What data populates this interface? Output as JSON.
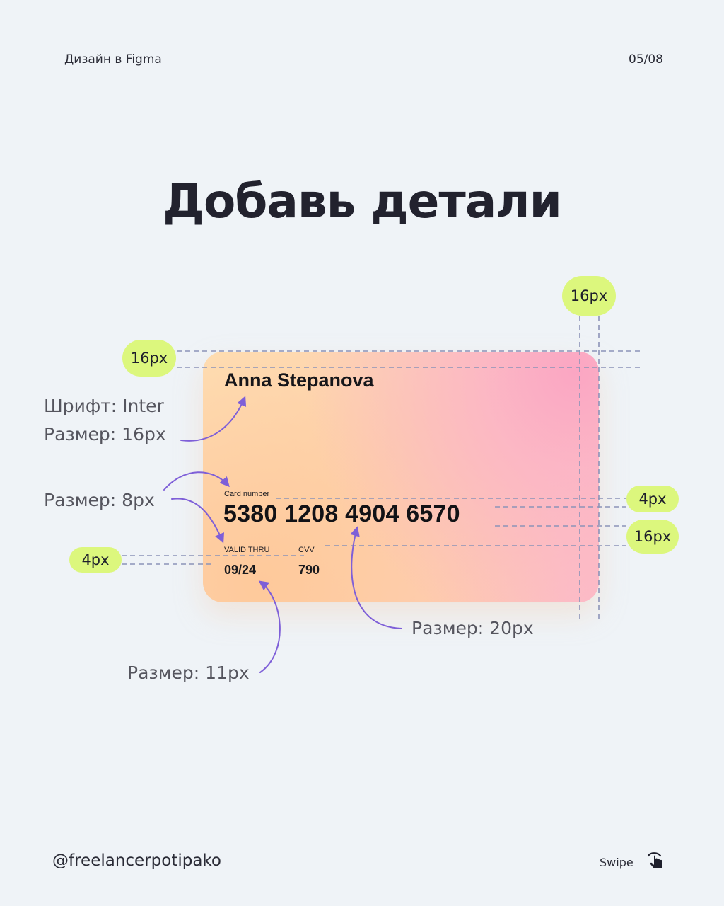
{
  "header": {
    "topic": "Дизайн в Figma",
    "page_counter": "05/08"
  },
  "title": "Добавь детали",
  "card": {
    "holder_name": "Anna Stepanova",
    "number_label": "Card number",
    "number": "5380 1208 4904 6570",
    "valid_thru_label": "VALID THRU",
    "valid_thru_value": "09/24",
    "cvv_label": "CVV",
    "cvv_value": "790"
  },
  "annotations": {
    "font": "Шрифт: Inter",
    "size_16": "Размер: 16px",
    "size_8": "Размер: 8px",
    "size_20": "Размер: 20px",
    "size_11": "Размер: 11px"
  },
  "spacing_badges": {
    "right_padding": "16px",
    "top_padding": "16px",
    "label_gap": "4px",
    "row_gap": "16px",
    "left_gap": "4px"
  },
  "footer": {
    "handle": "@freelancerpotipako",
    "swipe_label": "Swipe",
    "swipe_icon": "hand-pointer-icon"
  },
  "colors": {
    "background": "#eff3f7",
    "badge": "#dcf77d",
    "arrow": "#7e5fd8",
    "guide": "#8c93b8",
    "title": "#22222e"
  }
}
